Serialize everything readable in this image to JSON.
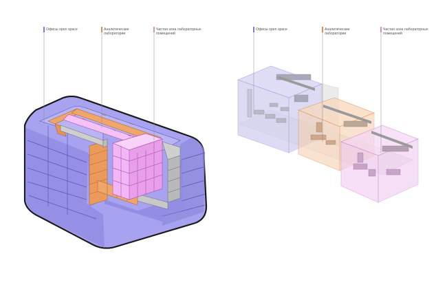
{
  "labels": {
    "offices": "Офисы open space",
    "analytic_line1": "Аналитические",
    "analytic_line2": "лаборатории",
    "clean_line1": "Чистая зона лабораторных",
    "clean_line2": "помещений"
  },
  "colors": {
    "office": "#a7a3f0",
    "analytic": "#f0a66b",
    "clean": "#f0aef2",
    "service": "#c8c8c8",
    "outline": "#1a1a1a"
  }
}
